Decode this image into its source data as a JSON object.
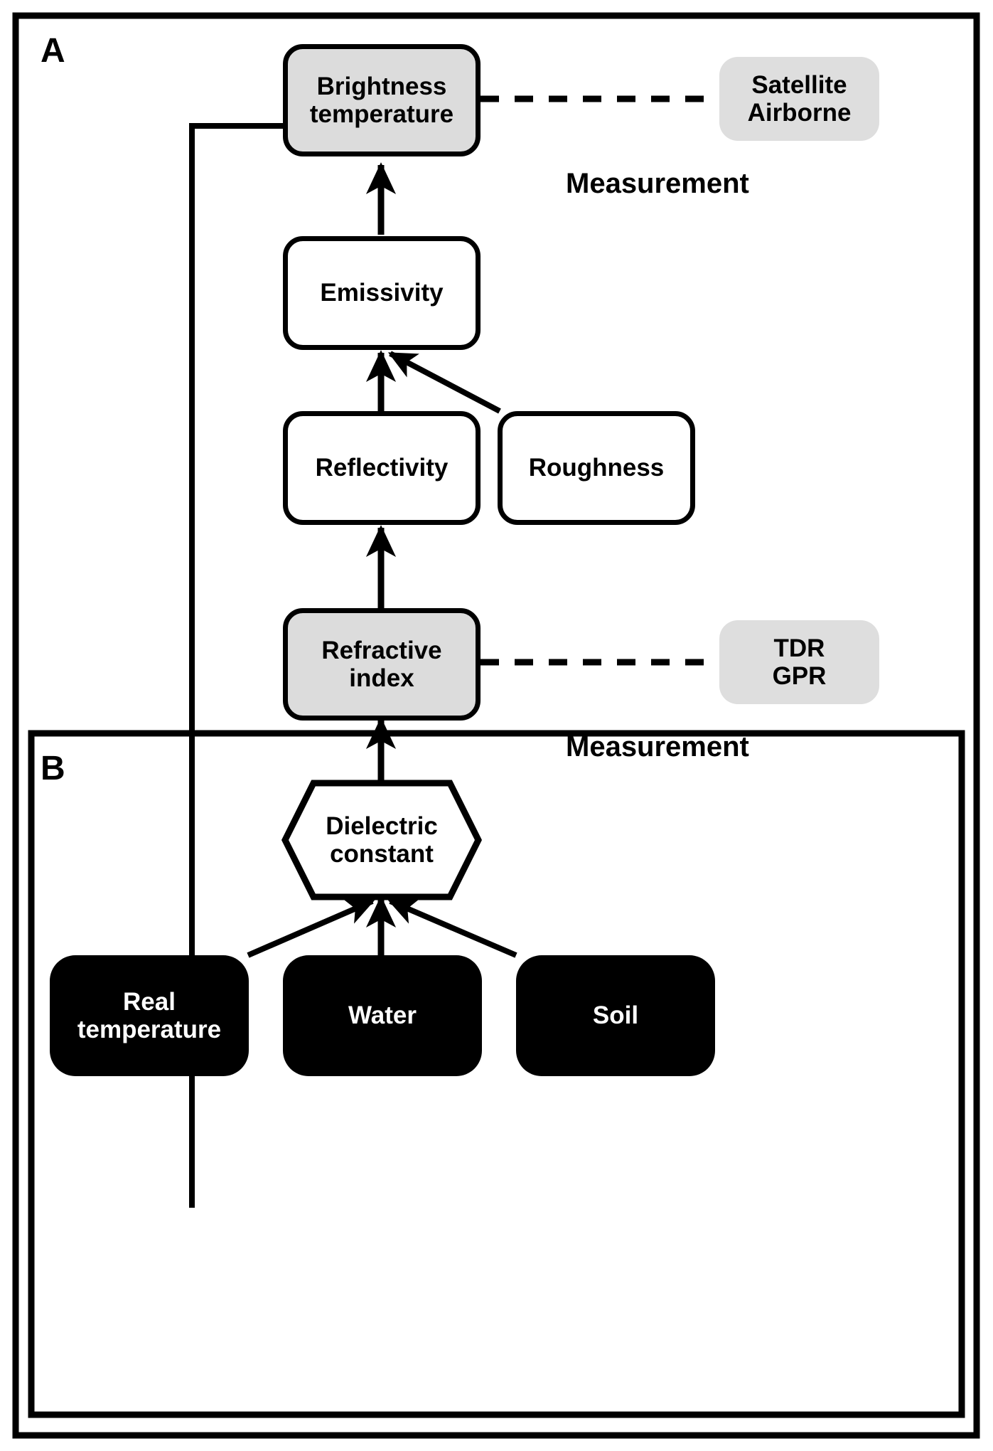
{
  "figure": {
    "panels": [
      {
        "letter": "A"
      },
      {
        "letter": "B"
      }
    ],
    "captions": {
      "measurement_top": "Measurement",
      "measurement_bottom": "Measurement"
    },
    "nodes": {
      "brightness_temperature": "Brightness\ntemperature",
      "satellite_airborne": "Satellite\nAirborne",
      "emissivity": "Emissivity",
      "reflectivity": "Reflectivity",
      "roughness": "Roughness",
      "refractive_index": "Refractive\nindex",
      "tdr_gpr": "TDR\nGPR",
      "dielectric_constant": "Dielectric\nconstant",
      "real_temperature": "Real\ntemperature",
      "water": "Water",
      "soil": "Soil"
    },
    "colors": {
      "stroke": "#000000",
      "measured_fill": "#dcdcdc",
      "instrument_fill": "#dedede",
      "source_fill": "#000000",
      "source_text": "#ffffff",
      "background": "#ffffff"
    },
    "edges": [
      {
        "from": "real_temperature",
        "to": "brightness_temperature",
        "style": "solid-arrow-elbow"
      },
      {
        "from": "emissivity",
        "to": "brightness_temperature",
        "style": "solid-arrow"
      },
      {
        "from": "brightness_temperature",
        "to": "satellite_airborne",
        "style": "dashed"
      },
      {
        "from": "reflectivity",
        "to": "emissivity",
        "style": "solid-arrow"
      },
      {
        "from": "roughness",
        "to": "emissivity",
        "style": "solid-arrow"
      },
      {
        "from": "refractive_index",
        "to": "reflectivity",
        "style": "solid-arrow"
      },
      {
        "from": "refractive_index",
        "to": "tdr_gpr",
        "style": "dashed"
      },
      {
        "from": "dielectric_constant",
        "to": "refractive_index",
        "style": "solid-arrow"
      },
      {
        "from": "real_temperature",
        "to": "dielectric_constant",
        "style": "solid-arrow"
      },
      {
        "from": "water",
        "to": "dielectric_constant",
        "style": "solid-arrow"
      },
      {
        "from": "soil",
        "to": "dielectric_constant",
        "style": "solid-arrow"
      }
    ]
  }
}
